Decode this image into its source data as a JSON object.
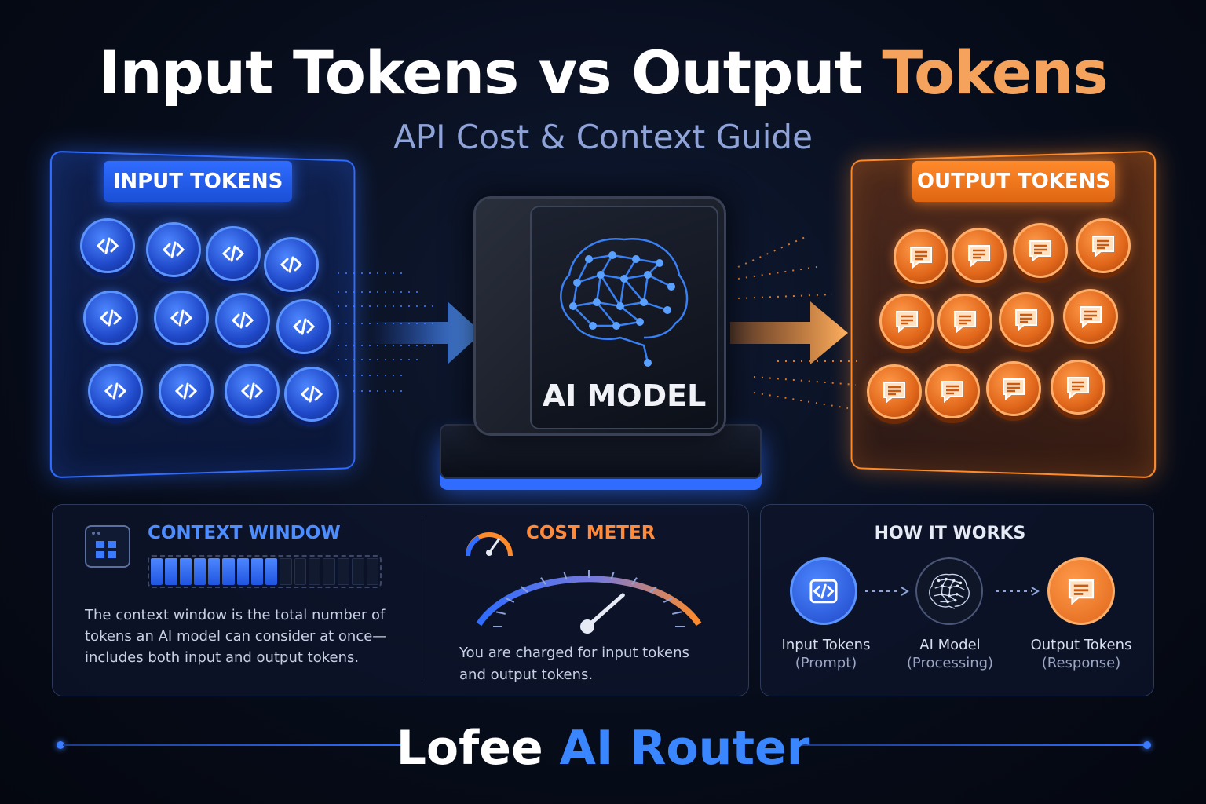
{
  "title": {
    "part1": "Input Tokens",
    "part2": "vs",
    "part3": "Output",
    "part4": "Tokens"
  },
  "subtitle": "API Cost & Context Guide",
  "input_panel": {
    "label": "INPUT TOKENS",
    "token_icon": "code-icon",
    "token_count": 12
  },
  "model": {
    "label": "AI MODEL",
    "icon": "brain-network-icon"
  },
  "output_panel": {
    "label": "OUTPUT TOKENS",
    "token_icon": "chat-bubble-icon",
    "token_count": 12
  },
  "context_window": {
    "title": "CONTEXT WINDOW",
    "fill_fraction": 0.58,
    "description": "The context window is the total number of tokens an AI model can consider at once—includes both input and output tokens."
  },
  "cost_meter": {
    "title": "COST METER",
    "needle_fraction": 0.72,
    "description": "You are charged for input tokens and output tokens."
  },
  "how_it_works": {
    "title": "HOW IT WORKS",
    "steps": [
      {
        "label": "Input Tokens",
        "sub": "(Prompt)",
        "icon": "code-icon"
      },
      {
        "label": "AI Model",
        "sub": "(Processing)",
        "icon": "brain-icon"
      },
      {
        "label": "Output Tokens",
        "sub": "(Response)",
        "icon": "chat-bubble-icon"
      }
    ]
  },
  "footer": {
    "brand1": "Lofee",
    "brand2": "AI Router"
  },
  "colors": {
    "blue": "#2f6cff",
    "orange": "#ff8a2a",
    "background": "#070c1a"
  }
}
